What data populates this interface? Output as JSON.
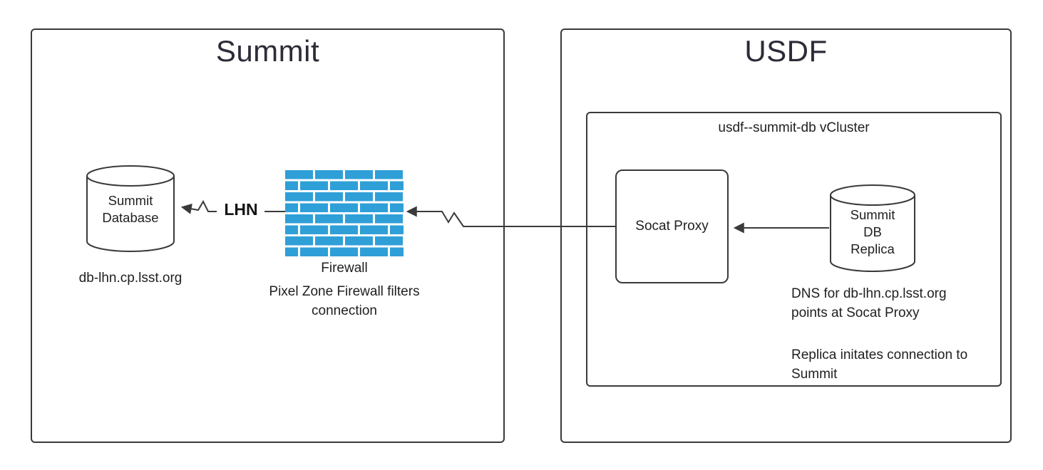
{
  "colors": {
    "brick_blue": "#2f9fd8",
    "stroke": "#3a3a3a",
    "background": "#ffffff"
  },
  "summit": {
    "title": "Summit",
    "database": {
      "label": "Summit\nDatabase",
      "hostname": "db-lhn.cp.lsst.org"
    },
    "firewall": {
      "label": "Firewall",
      "caption": "Pixel Zone Firewall filters\nconnection"
    },
    "link_label": "LHN"
  },
  "usdf": {
    "title": "USDF",
    "vcluster": {
      "label": "usdf--summit-db vCluster"
    },
    "socat": {
      "label": "Socat Proxy"
    },
    "replica": {
      "label": "Summit\nDB\nReplica"
    },
    "notes": [
      "DNS for db-lhn.cp.lsst.org\npoints at Socat Proxy",
      "Replica initates connection to\nSummit"
    ]
  }
}
